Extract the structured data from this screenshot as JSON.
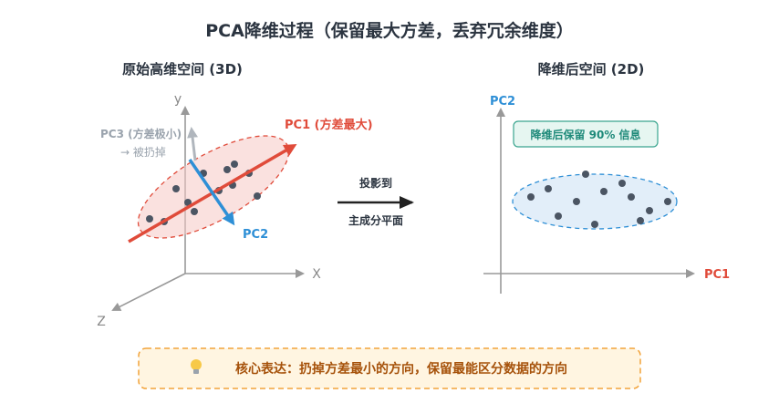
{
  "title": "PCA降维过程（保留最大方差，丢弃冗余维度）",
  "left_panel": {
    "heading": "原始高维空间 (3D)",
    "axis_y": "y",
    "axis_x": "X",
    "axis_z": "Z",
    "pc1_label": "PC1 (方差最大)",
    "pc2_label": "PC2",
    "pc3_label": "PC3 (方差极小)",
    "pc3_note": "→ 被扔掉"
  },
  "middle": {
    "top_label": "投影到",
    "bottom_label": "主成分平面"
  },
  "right_panel": {
    "heading": "降维后空间 (2D)",
    "axis_y": "PC2",
    "axis_x": "PC1",
    "badge": "降维后保留 90% 信息"
  },
  "banner": {
    "icon": "lightbulb-icon",
    "text": "核心表达：扔掉方差最小的方向，保留最能区分数据的方向"
  },
  "colors": {
    "pc1": "#e04b3a",
    "pc2": "#2e8fd6",
    "pc3": "#9aa3ad",
    "ellipse_left": "#f6c9c4",
    "ellipse_right": "#dbeaf7",
    "badge": "#1f8a7a",
    "banner": "#f2a33a"
  }
}
